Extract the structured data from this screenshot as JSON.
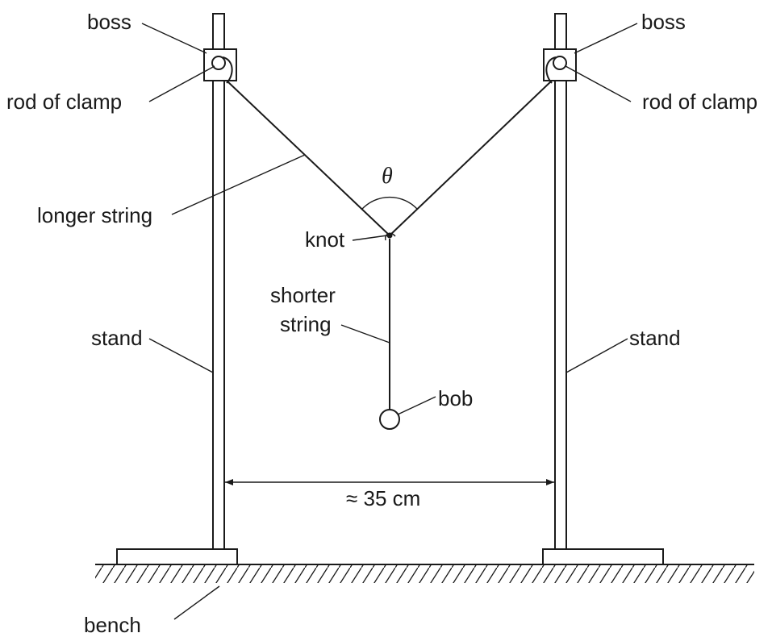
{
  "labels": {
    "boss_left": "boss",
    "boss_right": "boss",
    "rod_left": "rod of clamp",
    "rod_right": "rod of clamp",
    "longer_string": "longer string",
    "theta": "θ",
    "knot": "knot",
    "shorter_line1": "shorter",
    "shorter_line2": "string",
    "stand_left": "stand",
    "stand_right": "stand",
    "bob": "bob",
    "distance": "≈ 35 cm",
    "bench": "bench"
  }
}
